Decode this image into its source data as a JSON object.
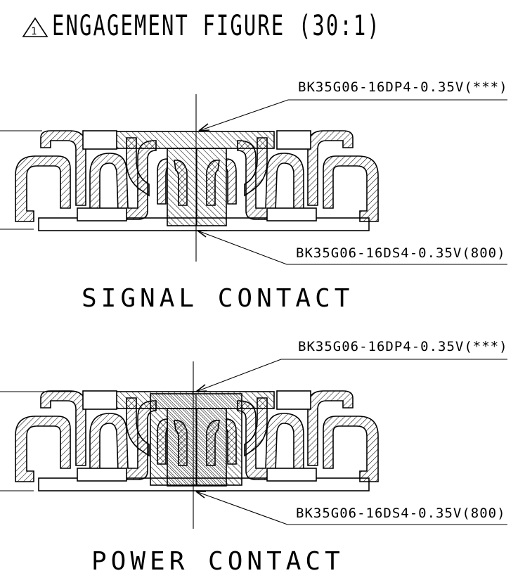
{
  "title": {
    "marker": "1",
    "text": "ENGAGEMENT FIGURE (30:1)"
  },
  "signal": {
    "plug_label": "BK35G06-16DP4-0.35V(***)",
    "receptacle_label": "BK35G06-16DS4-0.35V(800)",
    "caption": "SIGNAL CONTACT"
  },
  "power": {
    "plug_label": "BK35G06-16DP4-0.35V(***)",
    "receptacle_label": "BK35G06-16DS4-0.35V(800)",
    "caption": "POWER CONTACT"
  }
}
